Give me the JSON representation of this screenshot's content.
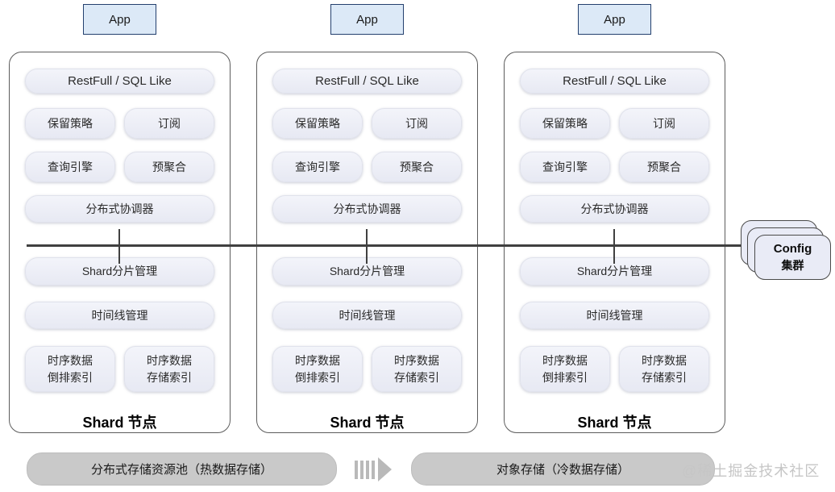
{
  "apps": [
    "App",
    "App",
    "App"
  ],
  "shard_nodes": [
    {
      "api": "RestFull / SQL Like",
      "retention": "保留策略",
      "subscribe": "订阅",
      "query_engine": "查询引擎",
      "pre_aggregation": "预聚合",
      "coordinator": "分布式协调器",
      "shard_management": "Shard分片管理",
      "timeline_management": "时间线管理",
      "inverted_index_line1": "时序数据",
      "inverted_index_line2": "倒排索引",
      "storage_index_line1": "时序数据",
      "storage_index_line2": "存储索引",
      "title": "Shard 节点"
    },
    {
      "api": "RestFull / SQL Like",
      "retention": "保留策略",
      "subscribe": "订阅",
      "query_engine": "查询引擎",
      "pre_aggregation": "预聚合",
      "coordinator": "分布式协调器",
      "shard_management": "Shard分片管理",
      "timeline_management": "时间线管理",
      "inverted_index_line1": "时序数据",
      "inverted_index_line2": "倒排索引",
      "storage_index_line1": "时序数据",
      "storage_index_line2": "存储索引",
      "title": "Shard 节点"
    },
    {
      "api": "RestFull / SQL Like",
      "retention": "保留策略",
      "subscribe": "订阅",
      "query_engine": "查询引擎",
      "pre_aggregation": "预聚合",
      "coordinator": "分布式协调器",
      "shard_management": "Shard分片管理",
      "timeline_management": "时间线管理",
      "inverted_index_line1": "时序数据",
      "inverted_index_line2": "倒排索引",
      "storage_index_line1": "时序数据",
      "storage_index_line2": "存储索引",
      "title": "Shard 节点"
    }
  ],
  "config_cluster": {
    "line1": "Config",
    "line2": "集群"
  },
  "storage": {
    "hot": "分布式存储资源池（热数据存储）",
    "cold": "对象存储（冷数据存储）"
  },
  "watermark": "@稀土掘金技术社区",
  "colors": {
    "app_fill": "#dce9f7",
    "app_border": "#24406e",
    "pill_fill": "#e9ebf4",
    "node_border": "#5c5c5c",
    "config_fill": "#e9ebf6",
    "bus_line": "#404040",
    "storage_bar_fill": "#c9c9c9",
    "watermark": "#c6c6c6"
  }
}
